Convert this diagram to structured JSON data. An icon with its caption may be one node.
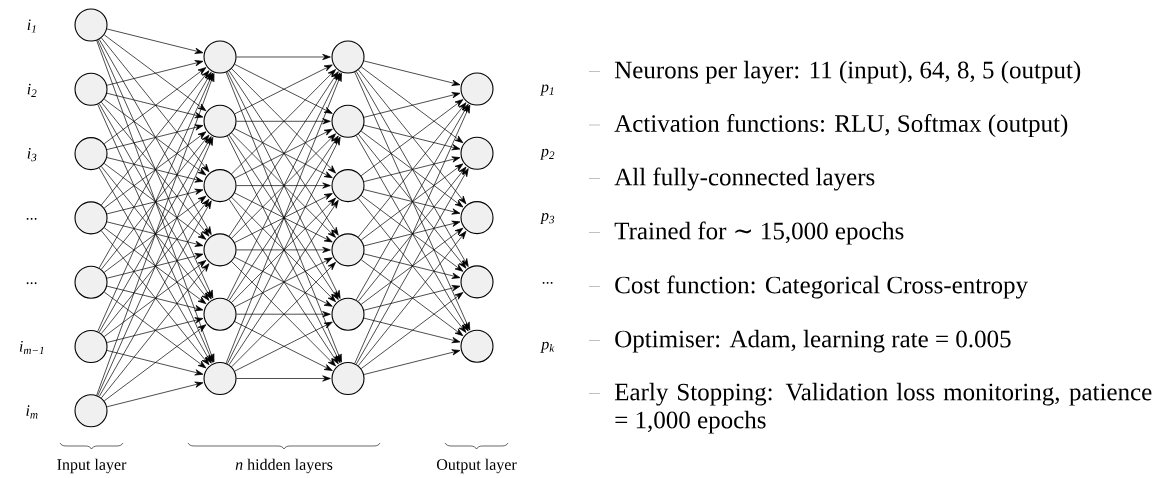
{
  "diagram": {
    "nodes": [
      {
        "text": [],
        "shape": "circle",
        "beside": [
          "i$_{1}$"
        ]
      },
      {
        "text": [],
        "shape": "circle",
        "beside": [
          "i$_{2}$"
        ]
      },
      {
        "text": [],
        "shape": "circle",
        "beside": [
          "i$_{3}$"
        ]
      },
      {
        "text": [],
        "shape": "circle",
        "beside": [
          "..."
        ]
      },
      {
        "text": [],
        "shape": "circle",
        "beside": [
          "..."
        ]
      },
      {
        "text": [],
        "shape": "circle",
        "beside": [
          "i$_{m−1}$"
        ]
      },
      {
        "text": [],
        "shape": "circle",
        "beside": [
          "i$_{m}$"
        ]
      },
      {
        "text": [],
        "shape": "circle"
      },
      {
        "text": [],
        "shape": "circle"
      },
      {
        "text": [],
        "shape": "circle"
      },
      {
        "text": [],
        "shape": "circle"
      },
      {
        "text": [],
        "shape": "circle"
      },
      {
        "text": [],
        "shape": "circle"
      },
      {
        "text": [],
        "shape": "circle"
      },
      {
        "text": [],
        "shape": "circle"
      },
      {
        "text": [],
        "shape": "circle"
      },
      {
        "text": [],
        "shape": "circle"
      },
      {
        "text": [],
        "shape": "circle"
      },
      {
        "text": [],
        "shape": "circle"
      },
      {
        "text": [],
        "shape": "circle",
        "beside": [
          "p$_{1}$"
        ]
      },
      {
        "text": [],
        "shape": "circle",
        "beside": [
          "p$_{2}$"
        ]
      },
      {
        "text": [],
        "shape": "circle",
        "beside": [
          "p$_{3}$"
        ]
      },
      {
        "text": [],
        "shape": "circle",
        "beside": [
          "..."
        ]
      },
      {
        "text": [],
        "shape": "circle",
        "beside": [
          "p$_{k}$"
        ]
      }
    ],
    "edges": [
      {
        "from": 0,
        "to": 7,
        "arrow": "to"
      },
      {
        "from": 0,
        "to": 8,
        "arrow": "to"
      },
      {
        "from": 0,
        "to": 9,
        "arrow": "to"
      },
      {
        "from": 0,
        "to": 10,
        "arrow": "to"
      },
      {
        "from": 0,
        "to": 11,
        "arrow": "to"
      },
      {
        "from": 0,
        "to": 12,
        "arrow": "to"
      },
      {
        "from": 1,
        "to": 7,
        "arrow": "to"
      },
      {
        "from": 1,
        "to": 8,
        "arrow": "to"
      },
      {
        "from": 1,
        "to": 9,
        "arrow": "to"
      },
      {
        "from": 1,
        "to": 10,
        "arrow": "to"
      },
      {
        "from": 1,
        "to": 11,
        "arrow": "to"
      },
      {
        "from": 1,
        "to": 12,
        "arrow": "to"
      },
      {
        "from": 2,
        "to": 7,
        "arrow": "to"
      },
      {
        "from": 2,
        "to": 8,
        "arrow": "to"
      },
      {
        "from": 2,
        "to": 9,
        "arrow": "to"
      },
      {
        "from": 2,
        "to": 10,
        "arrow": "to"
      },
      {
        "from": 2,
        "to": 11,
        "arrow": "to"
      },
      {
        "from": 2,
        "to": 12,
        "arrow": "to"
      },
      {
        "from": 3,
        "to": 7,
        "arrow": "to"
      },
      {
        "from": 3,
        "to": 8,
        "arrow": "to"
      },
      {
        "from": 3,
        "to": 9,
        "arrow": "to"
      },
      {
        "from": 3,
        "to": 10,
        "arrow": "to"
      },
      {
        "from": 3,
        "to": 11,
        "arrow": "to"
      },
      {
        "from": 3,
        "to": 12,
        "arrow": "to"
      },
      {
        "from": 4,
        "to": 7,
        "arrow": "to"
      },
      {
        "from": 4,
        "to": 8,
        "arrow": "to"
      },
      {
        "from": 4,
        "to": 9,
        "arrow": "to"
      },
      {
        "from": 4,
        "to": 10,
        "arrow": "to"
      },
      {
        "from": 4,
        "to": 11,
        "arrow": "to"
      },
      {
        "from": 4,
        "to": 12,
        "arrow": "to"
      },
      {
        "from": 5,
        "to": 7,
        "arrow": "to"
      },
      {
        "from": 5,
        "to": 8,
        "arrow": "to"
      },
      {
        "from": 5,
        "to": 9,
        "arrow": "to"
      },
      {
        "from": 5,
        "to": 10,
        "arrow": "to"
      },
      {
        "from": 5,
        "to": 11,
        "arrow": "to"
      },
      {
        "from": 5,
        "to": 12,
        "arrow": "to"
      },
      {
        "from": 6,
        "to": 7,
        "arrow": "to"
      },
      {
        "from": 6,
        "to": 8,
        "arrow": "to"
      },
      {
        "from": 6,
        "to": 9,
        "arrow": "to"
      },
      {
        "from": 6,
        "to": 10,
        "arrow": "to"
      },
      {
        "from": 6,
        "to": 11,
        "arrow": "to"
      },
      {
        "from": 6,
        "to": 12,
        "arrow": "to"
      },
      {
        "from": 7,
        "to": 13,
        "arrow": "to"
      },
      {
        "from": 7,
        "to": 14,
        "arrow": "to"
      },
      {
        "from": 7,
        "to": 15,
        "arrow": "to"
      },
      {
        "from": 7,
        "to": 16,
        "arrow": "to"
      },
      {
        "from": 7,
        "to": 17,
        "arrow": "to"
      },
      {
        "from": 7,
        "to": 18,
        "arrow": "to"
      },
      {
        "from": 8,
        "to": 13,
        "arrow": "to"
      },
      {
        "from": 8,
        "to": 14,
        "arrow": "to"
      },
      {
        "from": 8,
        "to": 15,
        "arrow": "to"
      },
      {
        "from": 8,
        "to": 16,
        "arrow": "to"
      },
      {
        "from": 8,
        "to": 17,
        "arrow": "to"
      },
      {
        "from": 8,
        "to": 18,
        "arrow": "to"
      },
      {
        "from": 9,
        "to": 13,
        "arrow": "to"
      },
      {
        "from": 9,
        "to": 14,
        "arrow": "to"
      },
      {
        "from": 9,
        "to": 15,
        "arrow": "to"
      },
      {
        "from": 9,
        "to": 16,
        "arrow": "to"
      },
      {
        "from": 9,
        "to": 17,
        "arrow": "to"
      },
      {
        "from": 9,
        "to": 18,
        "arrow": "to"
      },
      {
        "from": 10,
        "to": 13,
        "arrow": "to"
      },
      {
        "from": 10,
        "to": 14,
        "arrow": "to"
      },
      {
        "from": 10,
        "to": 15,
        "arrow": "to"
      },
      {
        "from": 10,
        "to": 16,
        "arrow": "to"
      },
      {
        "from": 10,
        "to": 17,
        "arrow": "to"
      },
      {
        "from": 10,
        "to": 18,
        "arrow": "to"
      },
      {
        "from": 11,
        "to": 13,
        "arrow": "to"
      },
      {
        "from": 11,
        "to": 14,
        "arrow": "to"
      },
      {
        "from": 11,
        "to": 15,
        "arrow": "to"
      },
      {
        "from": 11,
        "to": 16,
        "arrow": "to"
      },
      {
        "from": 11,
        "to": 17,
        "arrow": "to"
      },
      {
        "from": 11,
        "to": 18,
        "arrow": "to"
      },
      {
        "from": 12,
        "to": 13,
        "arrow": "to"
      },
      {
        "from": 12,
        "to": 14,
        "arrow": "to"
      },
      {
        "from": 12,
        "to": 15,
        "arrow": "to"
      },
      {
        "from": 12,
        "to": 16,
        "arrow": "to"
      },
      {
        "from": 12,
        "to": 17,
        "arrow": "to"
      },
      {
        "from": 12,
        "to": 18,
        "arrow": "to"
      },
      {
        "from": 13,
        "to": 19,
        "arrow": "to"
      },
      {
        "from": 13,
        "to": 20,
        "arrow": "to"
      },
      {
        "from": 13,
        "to": 21,
        "arrow": "to"
      },
      {
        "from": 13,
        "to": 22,
        "arrow": "to"
      },
      {
        "from": 13,
        "to": 23,
        "arrow": "to"
      },
      {
        "from": 14,
        "to": 19,
        "arrow": "to"
      },
      {
        "from": 14,
        "to": 20,
        "arrow": "to"
      },
      {
        "from": 14,
        "to": 21,
        "arrow": "to"
      },
      {
        "from": 14,
        "to": 22,
        "arrow": "to"
      },
      {
        "from": 14,
        "to": 23,
        "arrow": "to"
      },
      {
        "from": 15,
        "to": 19,
        "arrow": "to"
      },
      {
        "from": 15,
        "to": 20,
        "arrow": "to"
      },
      {
        "from": 15,
        "to": 21,
        "arrow": "to"
      },
      {
        "from": 15,
        "to": 22,
        "arrow": "to"
      },
      {
        "from": 15,
        "to": 23,
        "arrow": "to"
      },
      {
        "from": 16,
        "to": 19,
        "arrow": "to"
      },
      {
        "from": 16,
        "to": 20,
        "arrow": "to"
      },
      {
        "from": 16,
        "to": 21,
        "arrow": "to"
      },
      {
        "from": 16,
        "to": 22,
        "arrow": "to"
      },
      {
        "from": 16,
        "to": 23,
        "arrow": "to"
      },
      {
        "from": 17,
        "to": 19,
        "arrow": "to"
      },
      {
        "from": 17,
        "to": 20,
        "arrow": "to"
      },
      {
        "from": 17,
        "to": 21,
        "arrow": "to"
      },
      {
        "from": 17,
        "to": 22,
        "arrow": "to"
      },
      {
        "from": 17,
        "to": 23,
        "arrow": "to"
      },
      {
        "from": 18,
        "to": 19,
        "arrow": "to"
      },
      {
        "from": 18,
        "to": 20,
        "arrow": "to"
      },
      {
        "from": 18,
        "to": 21,
        "arrow": "to"
      },
      {
        "from": 18,
        "to": 22,
        "arrow": "to"
      },
      {
        "from": 18,
        "to": 23,
        "arrow": "to"
      }
    ],
    "labels": [
      "Input layer",
      "*n* hidden layers",
      "Output layer",
      "Neurons per layer: 11 (input), 64, 8, 5 (output)",
      "Activation functions: RLU, Softmax (output)",
      "All fully-connected layers",
      "Trained for ∼ 15,000 epochs",
      "Cost function: Categorical Cross-entropy",
      "Optimiser: Adam, learning rate = 0.005",
      "Early Stopping: Validation loss monitoring, patience = 1,000 epochs"
    ]
  }
}
